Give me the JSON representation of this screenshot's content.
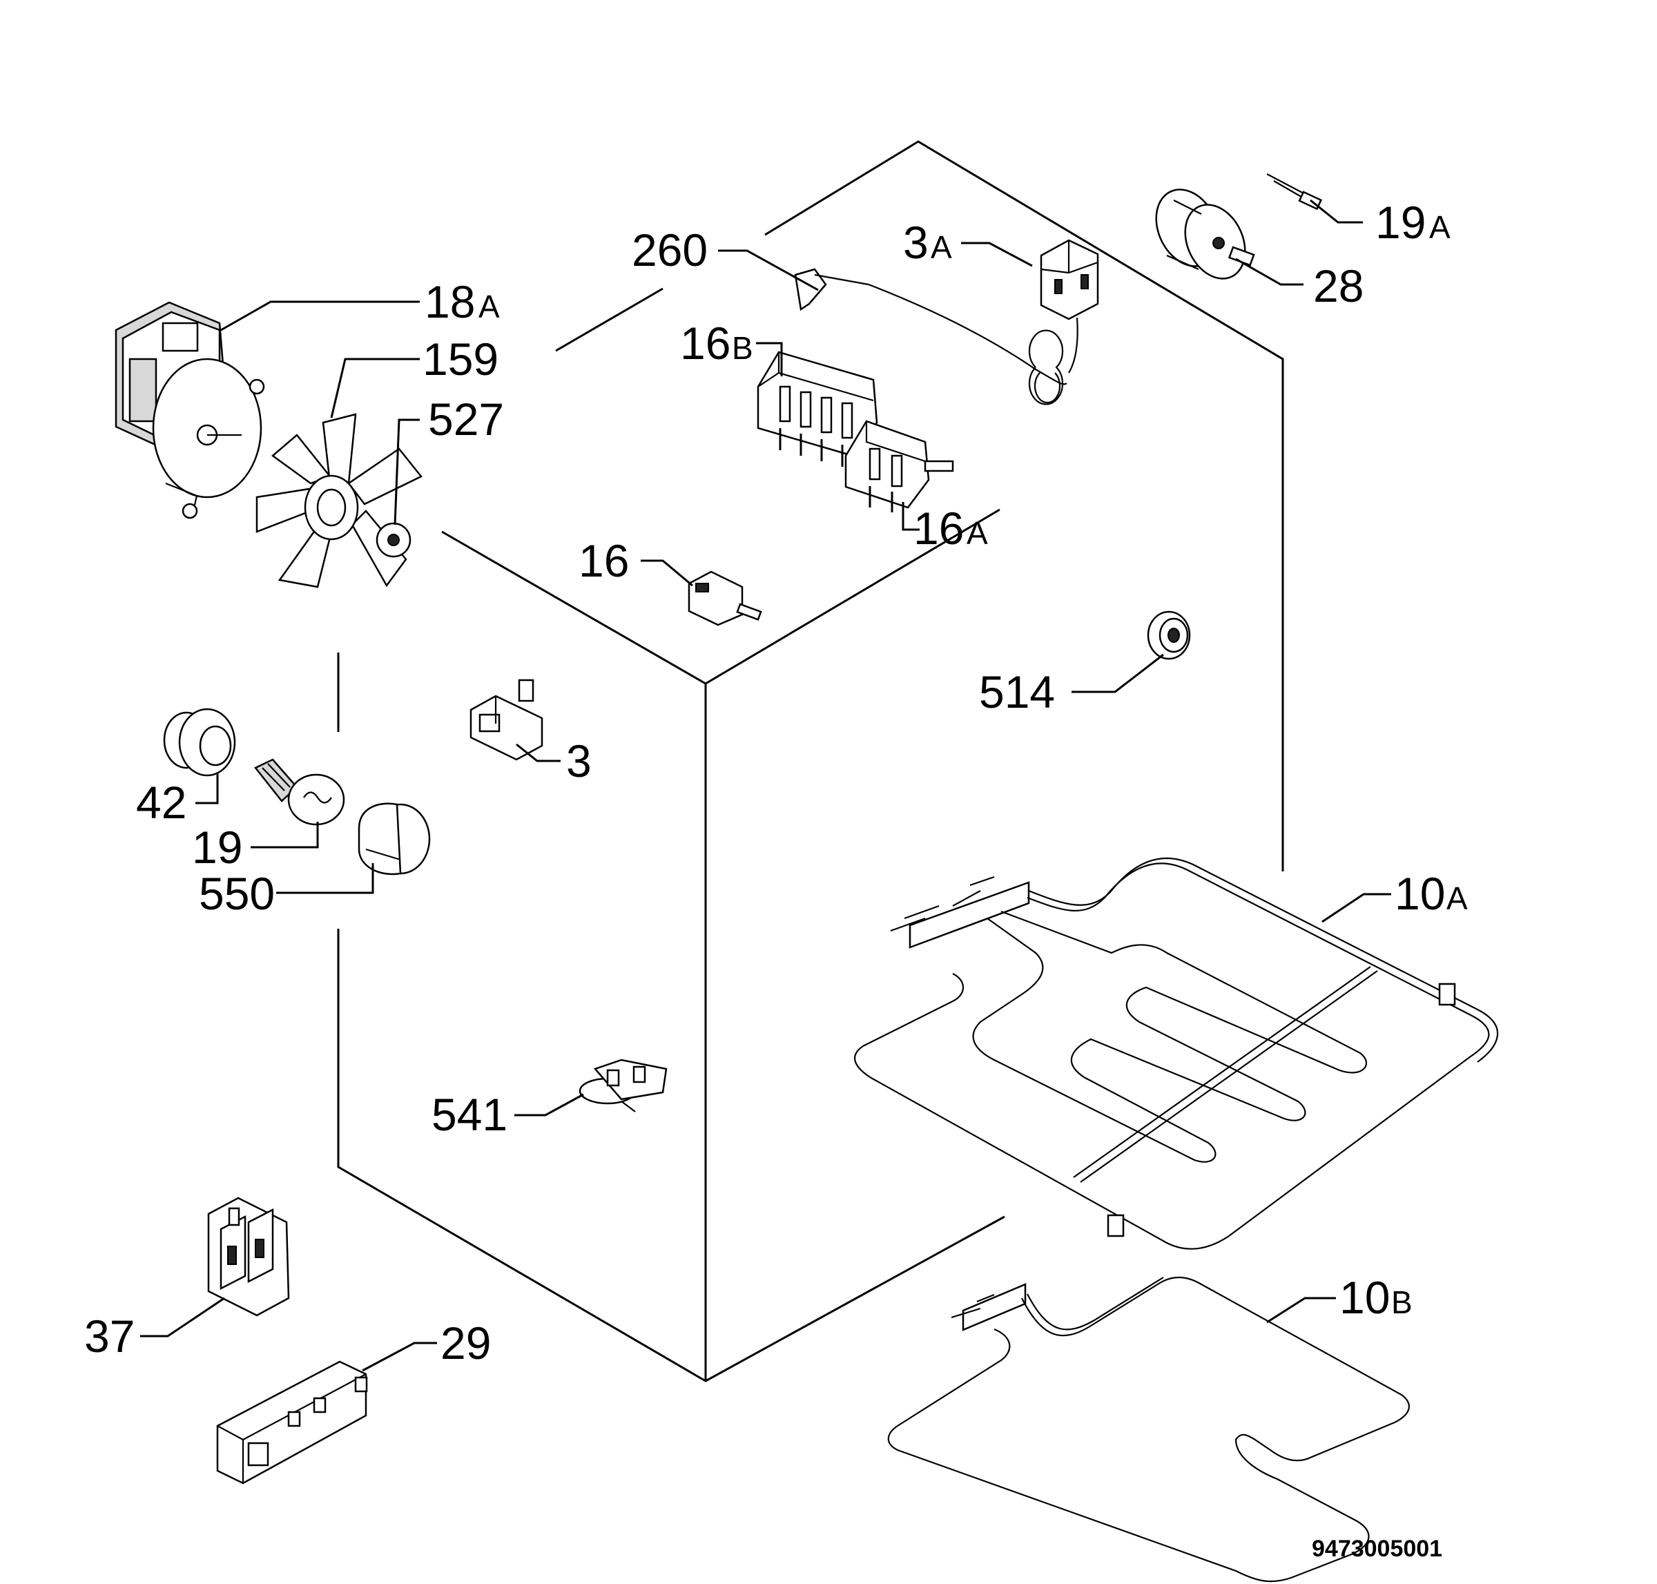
{
  "callouts": {
    "p260": "260",
    "p3": "3",
    "p3a_num": "3",
    "p3a_sub": "A",
    "p19a_num": "19",
    "p19a_sub": "A",
    "p28": "28",
    "p18a_num": "18",
    "p18a_sub": "A",
    "p159": "159",
    "p527": "527",
    "p16b_num": "16",
    "p16b_sub": "B",
    "p16a_num": "16",
    "p16a_sub": "A",
    "p16": "16",
    "p514": "514",
    "p42": "42",
    "p19": "19",
    "p550": "550",
    "p10a_num": "10",
    "p10a_sub": "A",
    "p541": "541",
    "p10b_num": "10",
    "p10b_sub": "B",
    "p37": "37",
    "p29": "29"
  },
  "drawing_code": "9473005001"
}
